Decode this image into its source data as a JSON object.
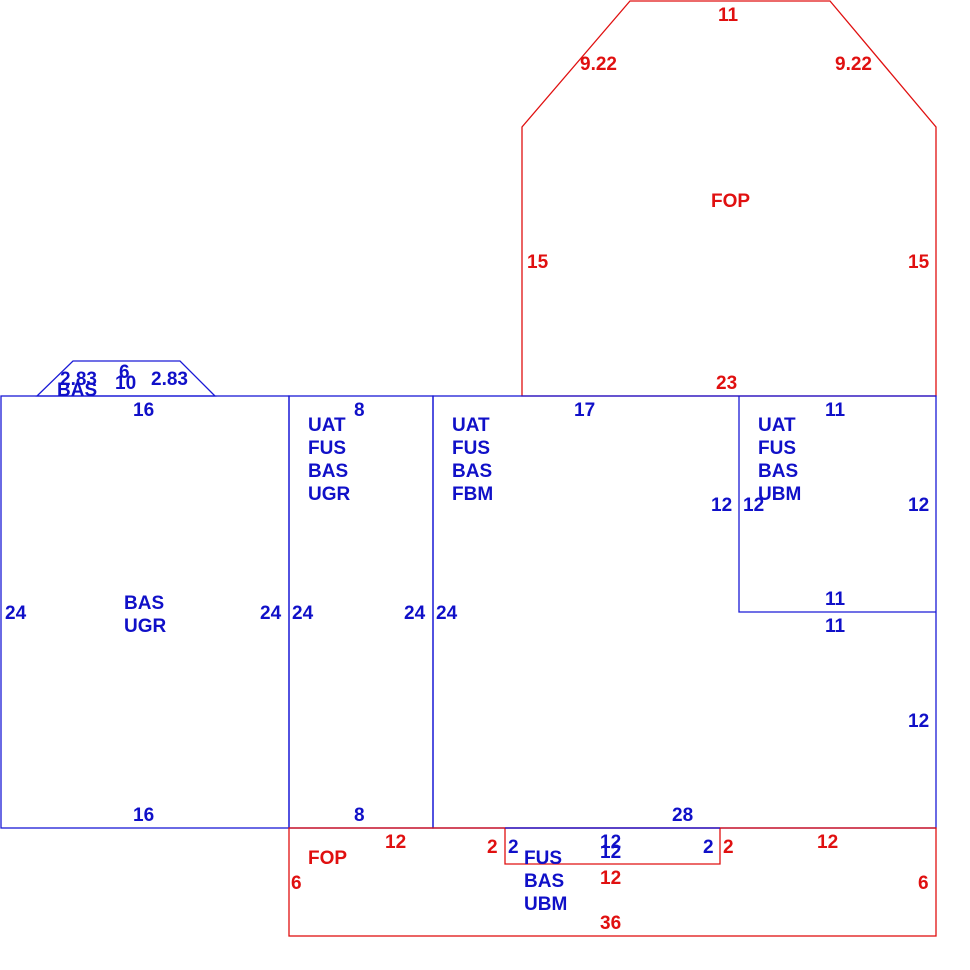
{
  "colors": {
    "living_area": "#1010c8",
    "porch": "#e01010"
  },
  "areas": {
    "porch_top": {
      "code": "FOP",
      "color": "red"
    },
    "porch_bottom": {
      "code": "FOP",
      "color": "red"
    },
    "left_block": {
      "codes": [
        "BAS",
        "UGR"
      ],
      "color": "blue"
    },
    "left_middle": {
      "codes": [
        "UAT",
        "FUS",
        "BAS",
        "UGR"
      ],
      "color": "blue"
    },
    "main_block": {
      "codes": [
        "UAT",
        "FUS",
        "BAS",
        "FBM"
      ],
      "color": "blue"
    },
    "right_upper": {
      "codes": [
        "UAT",
        "FUS",
        "BAS",
        "UBM"
      ],
      "color": "blue"
    },
    "bottom_bump": {
      "codes": [
        "FUS",
        "BAS",
        "UBM"
      ],
      "color": "blue"
    },
    "small_trapezoid": {
      "code": "BAS",
      "color": "blue"
    }
  },
  "dimensions": {
    "porch_top": {
      "top": "11",
      "diag_left": "9.22",
      "diag_right": "9.22",
      "left": "15",
      "right": "15",
      "bottom": "23"
    },
    "trapezoid": {
      "left": "2.83",
      "top": "6",
      "bottom": "10",
      "right": "2.83"
    },
    "left_block": {
      "top": "16",
      "bottom": "16",
      "left": "24",
      "right": "24"
    },
    "left_middle": {
      "top": "8",
      "bottom": "8",
      "left": "24",
      "right": "24"
    },
    "main_block": {
      "top": "17",
      "left": "24",
      "bottom": "28",
      "right_lower": "12"
    },
    "right_upper": {
      "top": "11",
      "left_outer": "12",
      "left_inner": "12",
      "right": "12",
      "bottom_inner": "11",
      "bottom_outer": "11"
    },
    "bump": {
      "top": "12",
      "top_inner": "12",
      "bottom": "12",
      "left": "2",
      "left_inner": "2",
      "right": "2",
      "right_inner": "2"
    },
    "porch_bottom": {
      "top_left": "12",
      "top_right": "12",
      "left": "6",
      "right": "6",
      "bottom": "36"
    }
  }
}
